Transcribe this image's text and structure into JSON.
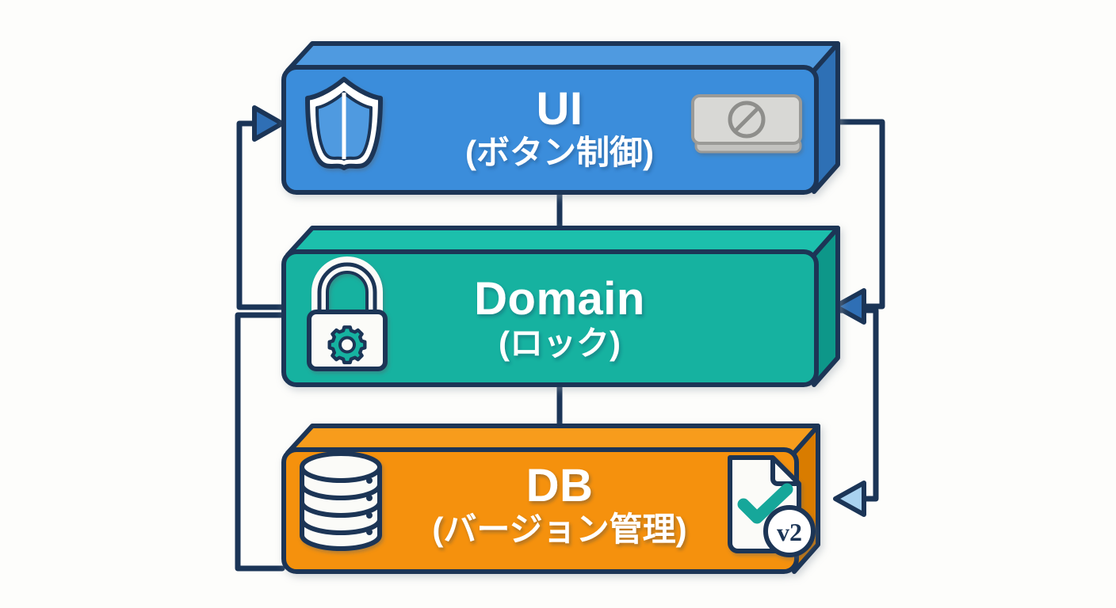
{
  "diagram": {
    "background_color": "#fdfdfb",
    "stroke_color": "#1b3557",
    "layers": [
      {
        "id": "ui",
        "title": "UI",
        "subtitle": "(ボタン制御)",
        "fill": "#3b8ddb",
        "fill_top": "#4f9ae0",
        "fill_side": "#2f6fb5",
        "icon_left": "shield-icon",
        "icon_right": "disabled-button-icon",
        "icon_right_label": "no-entry-sign"
      },
      {
        "id": "domain",
        "title": "Domain",
        "subtitle": "(ロック)",
        "fill": "#12b2a0",
        "fill_top": "#1dbfac",
        "fill_side": "#0d9789",
        "icon_left": "padlock-gear-icon",
        "icon_right": null,
        "icon_right_label": null
      },
      {
        "id": "db",
        "title": "DB",
        "subtitle": "(バージョン管理)",
        "fill": "#f5910e",
        "fill_top": "#f79c1d",
        "fill_side": "#d97c06",
        "icon_left": "database-cylinder-icon",
        "icon_right": "document-check-icon",
        "icon_right_label": "v2"
      }
    ],
    "connectors": [
      {
        "name": "ui-to-domain",
        "kind": "vertical-link",
        "from": "ui",
        "to": "domain"
      },
      {
        "name": "domain-to-db",
        "kind": "vertical-link",
        "from": "domain",
        "to": "db"
      },
      {
        "name": "domain-feedback-to-ui",
        "kind": "left-loop-arrow",
        "from": "domain",
        "to": "ui",
        "arrow_fill": "#2f6fb5"
      },
      {
        "name": "db-feedback-to-domain",
        "kind": "left-loop",
        "from": "db",
        "to": "domain",
        "arrow_fill": "#1b3557"
      },
      {
        "name": "ui-to-domain-right",
        "kind": "right-loop-arrow",
        "from": "ui",
        "to": "domain",
        "arrow_fill": "#2f6fb5"
      },
      {
        "name": "domain-to-db-right",
        "kind": "right-loop-arrow",
        "from": "domain",
        "to": "db",
        "arrow_fill": "#a9d2f0"
      }
    ],
    "icon_colors": {
      "shield_outline": "#ffffff",
      "shield_inner": "#4f9ae0",
      "lock_body": "#fbfbf8",
      "gear": "#12b2a0",
      "db_disc": "#fbfbf8",
      "doc_body": "#fbfbf8",
      "check": "#17a79a",
      "badge_bg": "#ffffff",
      "badge_text": "#1b3557",
      "disabled_button_bg": "#d3d3d0",
      "disabled_button_border": "#9a9a97",
      "no_entry": "#8e8e8b"
    }
  }
}
